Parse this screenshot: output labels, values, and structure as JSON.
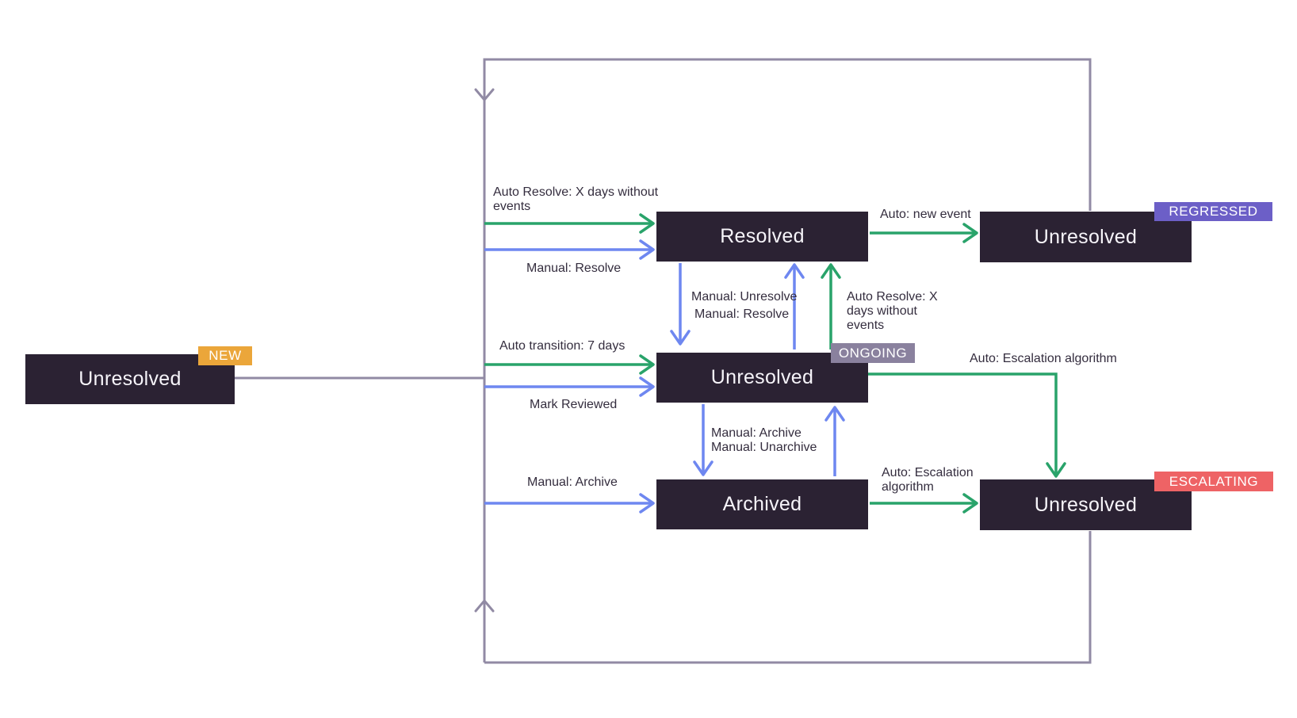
{
  "colors": {
    "box": "#2B2233",
    "box-text": "#F6F4F9",
    "green": "#29A36A",
    "blue": "#6E87F0",
    "loop": "#918AA4",
    "label": "#342D3E",
    "badge-new": "#EBA63A",
    "badge-regressed": "#6C5FC7",
    "badge-ongoing": "#8A819E",
    "badge-escalating": "#EE6365",
    "badge-text": "#FFFFFF"
  },
  "states": {
    "new": {
      "label": "Unresolved",
      "badge": "NEW"
    },
    "resolved": {
      "label": "Resolved"
    },
    "regressed": {
      "label": "Unresolved",
      "badge": "REGRESSED"
    },
    "ongoing": {
      "label": "Unresolved",
      "badge": "ONGOING"
    },
    "archived": {
      "label": "Archived"
    },
    "escalating": {
      "label": "Unresolved",
      "badge": "ESCALATING"
    }
  },
  "edges": {
    "auto_resolve_to_resolved": "Auto Resolve: X days without events",
    "manual_resolve_to_resolved": "Manual: Resolve",
    "auto_new_event": "Auto: new event",
    "manual_unresolve": "Manual: Unresolve",
    "manual_resolve_mid": "Manual: Resolve",
    "auto_resolve_from_ongoing": "Auto Resolve: X days without events",
    "auto_transition": "Auto transition: 7 days",
    "mark_reviewed": "Mark Reviewed",
    "auto_escalation_from_ongoing": "Auto: Escalation algorithm",
    "manual_archive_mid": "Manual: Archive",
    "manual_unarchive_mid": "Manual: Unarchive",
    "manual_archive_left": "Manual: Archive",
    "auto_escalation_from_archived": "Auto: Escalation algorithm"
  }
}
